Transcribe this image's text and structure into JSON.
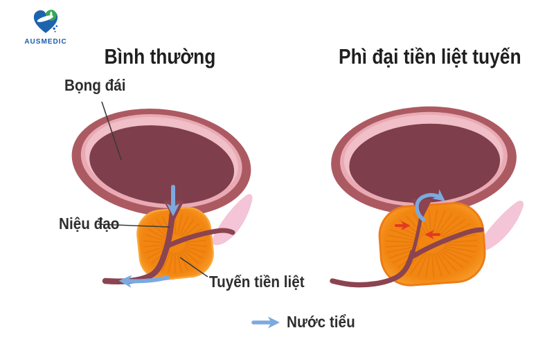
{
  "logo": {
    "name": "AUSMEDIC"
  },
  "panels": {
    "left": {
      "title": "Bình thường"
    },
    "right": {
      "title": "Phì đại tiền liệt tuyến"
    }
  },
  "labels": {
    "bladder": "Bọng đái",
    "urethra": "Niệu đạo",
    "prostate": "Tuyến tiền liệt"
  },
  "legend": {
    "urine_flow": "Nước tiểu"
  },
  "colors": {
    "blue_arrow": "#7CA9DE",
    "red_arrow": "#E23B22",
    "urethra": "#8B4450",
    "bladder_outer": "#AC5A62",
    "bladder_ring": "#E9AAB4",
    "bladder_ring_light": "#F0BFC7",
    "bladder_inner": "#7F3E4B",
    "prostate_main": "#F28611",
    "prostate_edge": "#F9A637",
    "prostate_stripe": "#E2730F",
    "vesicle": "#F4C4D7",
    "label_text": "#2E2E2E",
    "logo_blue": "#1E63AE",
    "logo_green": "#37A953",
    "logo_text": "#1A5BA6"
  }
}
